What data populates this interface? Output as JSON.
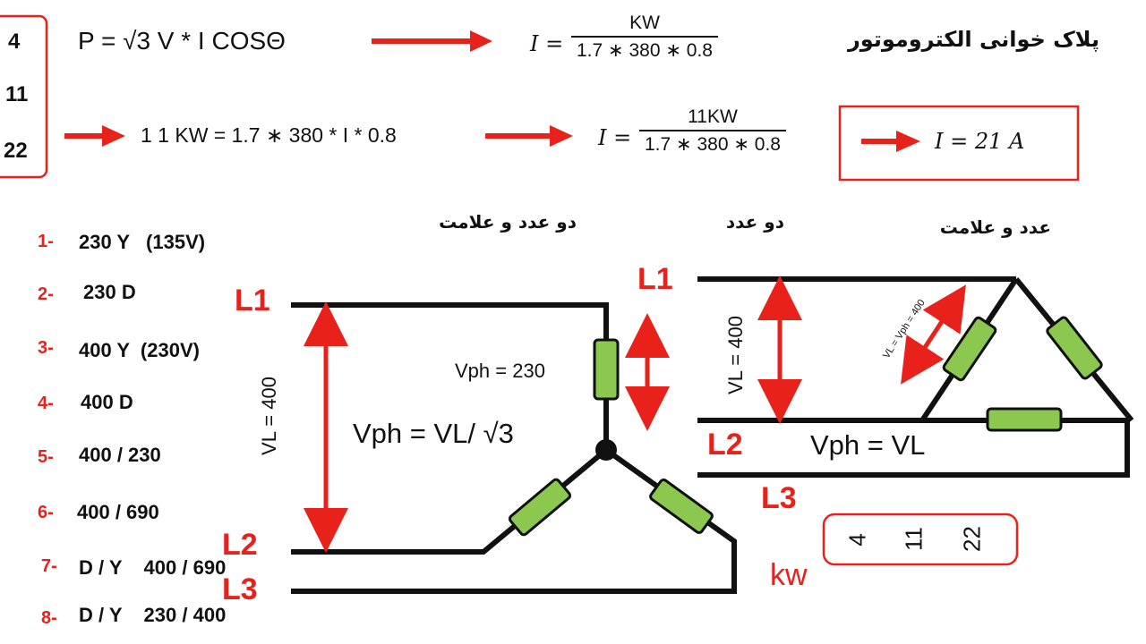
{
  "colors": {
    "accent": "#e8221b",
    "resistor": "#8cc850",
    "line": "#111111"
  },
  "sidebox": {
    "items": [
      "4",
      "11",
      "22"
    ]
  },
  "formula": {
    "power": "P = √3 V * I COSΘ",
    "current_label": "I =",
    "frac1_num": "KW",
    "frac1_den": "1.7  ∗  380 ∗ 0.8",
    "title_fa": "پلاک خوانی الکتروموتور",
    "eq2": "1 1 KW = 1.7  ∗ 380 * I * 0.8",
    "frac2_num": "11KW",
    "frac2_den": "1.7  ∗  380 ∗ 0.8",
    "result": "I = 21 A"
  },
  "headers": {
    "two_num_sign": "دو عدد و علامت",
    "two_num": "دو عدد",
    "num_sign": "عدد و علامت"
  },
  "list": [
    {
      "num": "1-",
      "text": "230 Y   (135V)"
    },
    {
      "num": "2-",
      "text": "230 D"
    },
    {
      "num": "3-",
      "text": "400 Y  (230V)"
    },
    {
      "num": "4-",
      "text": "400 D"
    },
    {
      "num": "5-",
      "text": "400 / 230"
    },
    {
      "num": "6-",
      "text": "400 / 690"
    },
    {
      "num": "7-",
      "text": "D / Y    400 / 690"
    },
    {
      "num": "8-",
      "text": "D / Y    230 / 400"
    }
  ],
  "star": {
    "l1": "L1",
    "l2": "L2",
    "l3": "L3",
    "vl": "VL = 400",
    "vph_value": "Vph = 230",
    "vph_formula": "Vph = VL/ √3"
  },
  "delta": {
    "l1": "L1",
    "l2": "L2",
    "l3": "L3",
    "vl": "VL = 400",
    "vl_eq": "VL = Vph = 400",
    "vph_formula": "Vph = VL"
  },
  "kwbox": {
    "values": [
      "4",
      "11",
      "22"
    ],
    "unit": "kw"
  }
}
